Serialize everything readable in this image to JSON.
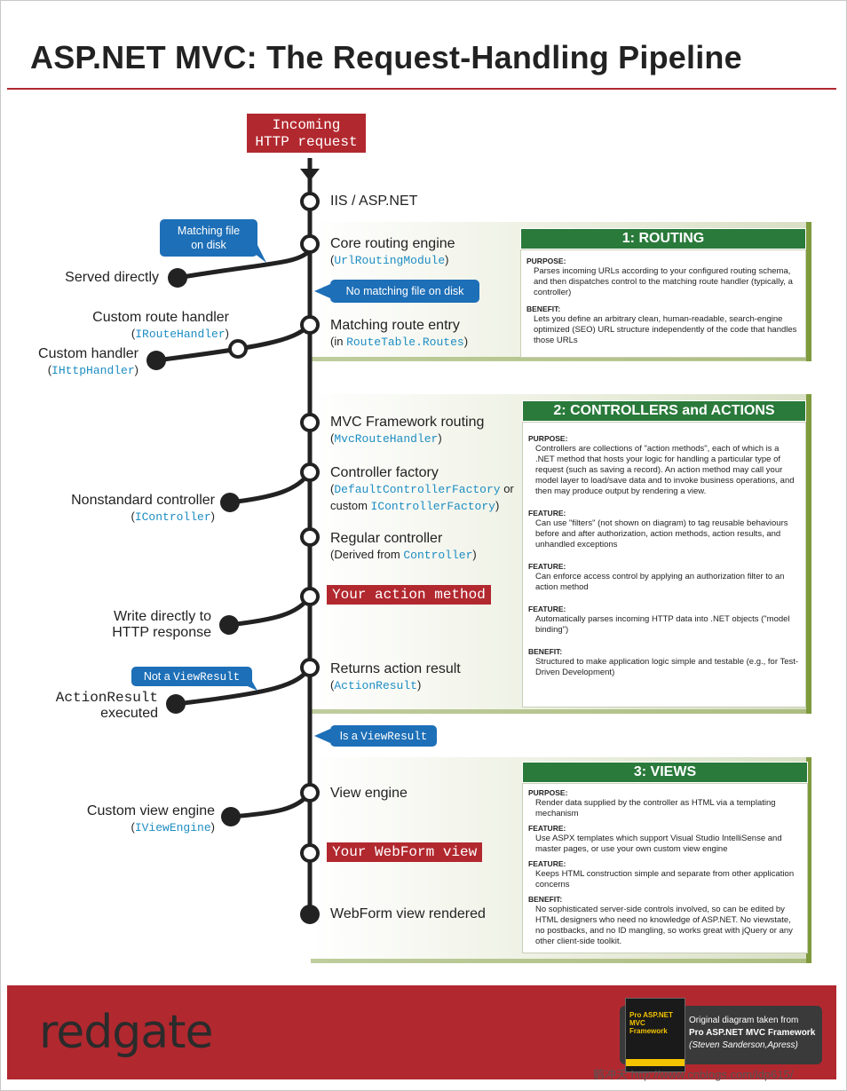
{
  "title": "ASP.NET MVC: The Request-Handling Pipeline",
  "start_box": {
    "line1": "Incoming",
    "line2": "HTTP request"
  },
  "nodes": {
    "iis": {
      "label": "IIS / ASP.NET"
    },
    "core_routing": {
      "label": "Core routing engine",
      "type": "UrlRoutingModule"
    },
    "matching_route": {
      "label": "Matching route entry",
      "prefix": "(in ",
      "type": "RouteTable.Routes"
    },
    "mvc_routing": {
      "label": "MVC Framework routing",
      "type": "MvcRouteHandler"
    },
    "controller_factory": {
      "label": "Controller factory",
      "type1": "DefaultControllerFactory",
      "or": "or",
      "custom": "custom",
      "type2": "IControllerFactory"
    },
    "regular_controller": {
      "label": "Regular controller",
      "prefix": "(Derived from ",
      "type": "Controller"
    },
    "action_method": {
      "label": "Your action method"
    },
    "returns_result": {
      "label": "Returns action result",
      "type": "ActionResult"
    },
    "view_engine": {
      "label": "View engine"
    },
    "webform_view": {
      "label": "Your WebForm view"
    },
    "rendered": {
      "label": "WebForm view rendered"
    }
  },
  "branches": {
    "served_directly": "Served directly",
    "custom_route_handler": {
      "label": "Custom route handler",
      "type": "IRouteHandler"
    },
    "custom_handler": {
      "label": "Custom handler",
      "type": "IHttpHandler"
    },
    "nonstandard_controller": {
      "label": "Nonstandard controller",
      "type": "IController"
    },
    "write_directly": {
      "line1": "Write directly to",
      "line2": "HTTP response"
    },
    "actionresult_executed": {
      "type": "ActionResult",
      "label": "executed"
    },
    "custom_view_engine": {
      "label": "Custom view engine",
      "type": "IViewEngine"
    }
  },
  "tags": {
    "matching_file": {
      "line1": "Matching file",
      "line2": "on disk"
    },
    "no_matching_file": "No matching file on disk",
    "not_viewresult": {
      "text": "Not a ",
      "type": "ViewResult"
    },
    "is_viewresult": {
      "text": "Is a ",
      "type": "ViewResult"
    }
  },
  "panels": [
    {
      "heading": "1: ROUTING",
      "sections": [
        {
          "label": "PURPOSE:",
          "text": "Parses incoming URLs according to your configured routing schema, and then dispatches control to the matching route handler (typically, a controller)"
        },
        {
          "label": "BENEFIT:",
          "text": "Lets you define an arbitrary clean, human-readable, search-engine optimized (SEO) URL structure independently of the code that handles those URLs"
        }
      ]
    },
    {
      "heading": "2: CONTROLLERS and ACTIONS",
      "sections": [
        {
          "label": "PURPOSE:",
          "text": "Controllers are collections of \"action methods\", each of which is a .NET method that hosts your logic for handling a particular type of request (such as saving a record). An action method may call your model layer to load/save data and to invoke business operations, and then may produce output by rendering a view."
        },
        {
          "label": "FEATURE:",
          "text": "Can use \"filters\" (not shown on diagram) to tag reusable behaviours before and after authorization, action methods, action results, and unhandled exceptions"
        },
        {
          "label": "FEATURE:",
          "text": "Can enforce access control by applying an authorization filter to an action method"
        },
        {
          "label": "FEATURE:",
          "text": "Automatically parses incoming HTTP data into .NET objects (\"model binding\")"
        },
        {
          "label": "BENEFIT:",
          "text": "Structured to make application logic simple and testable (e.g., for Test-Driven Development)"
        }
      ]
    },
    {
      "heading": "3: VIEWS",
      "sections": [
        {
          "label": "PURPOSE:",
          "text": "Render data supplied by the controller as HTML via a templating mechanism"
        },
        {
          "label": "FEATURE:",
          "text": "Use ASPX templates which support Visual Studio IntelliSense and master pages, or use your own custom view engine"
        },
        {
          "label": "FEATURE:",
          "text": "Keeps HTML construction simple and separate from other application concerns"
        },
        {
          "label": "BENEFIT:",
          "text": "No sophisticated server-side controls involved, so can be edited by HTML designers who need no knowledge of ASP.NET. No viewstate, no postbacks, and no ID mangling, so works great with jQuery or any other client-side toolkit."
        }
      ]
    }
  ],
  "footer": {
    "logo": "redgate",
    "credit_line1": "Original diagram taken from",
    "credit_line2": "Pro ASP.NET MVC Framework",
    "credit_line3": "(Steven Sanderson,Apress)",
    "book_title": "Pro ASP.NET MVC Framework",
    "watermark": "鹤冲天 http://www.cnblogs.com/ldp615/"
  },
  "colors": {
    "accent_red": "#b2282f",
    "panel_green": "#2a7a3b",
    "tag_blue": "#1d6fb7",
    "mono_blue": "#1d8dc3",
    "band_edge": "#7f9a3c"
  }
}
